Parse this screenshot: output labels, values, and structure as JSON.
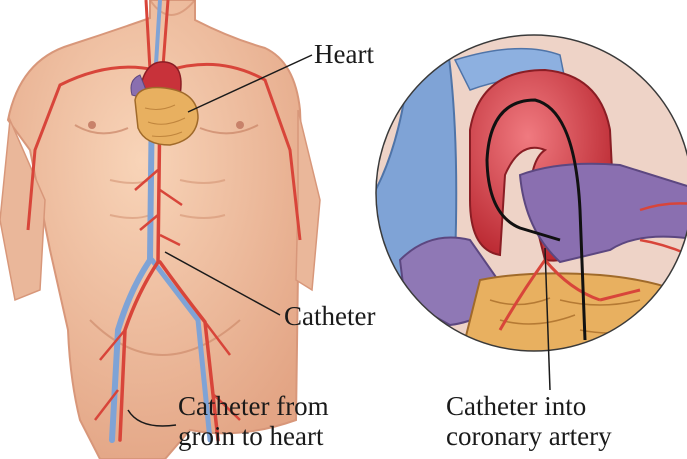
{
  "labels": {
    "heart": "Heart",
    "catheter": "Catheter",
    "groin_line1": "Catheter from",
    "groin_line2": "groin to heart",
    "coronary_line1": "Catheter into",
    "coronary_line2": "coronary artery"
  },
  "colors": {
    "skin": "#f2c2a0",
    "skin_shadow": "#d99a78",
    "artery": "#d8453a",
    "vein": "#7fa3d6",
    "heart_muscle": "#e8b060",
    "aorta": "#c8323a",
    "pulmonary": "#8a6fb0",
    "catheter": "#111111"
  }
}
